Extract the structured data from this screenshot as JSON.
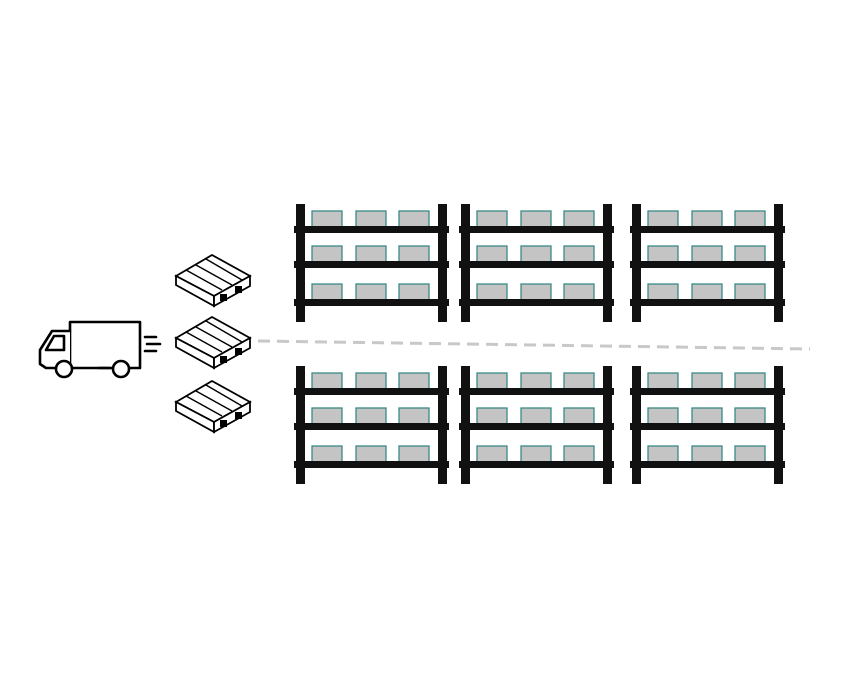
{
  "diagram": {
    "theme": "warehouse-layout",
    "background_color": "#ffffff",
    "colors": {
      "line": "#000000",
      "rack_frame": "#111111",
      "box_fill": "#c4c4c4",
      "box_stroke": "#3a8a86",
      "aisle": "#c8c8c8"
    },
    "truck": {
      "icon": "delivery-truck-icon",
      "motion_lines": 3
    },
    "pallets": {
      "icon": "pallet-icon",
      "count": 3
    },
    "aisle": {
      "style": "dashed"
    },
    "racks": {
      "rows": 2,
      "columns": 3,
      "shelves_per_rack": 3,
      "boxes_per_shelf": 3
    }
  }
}
